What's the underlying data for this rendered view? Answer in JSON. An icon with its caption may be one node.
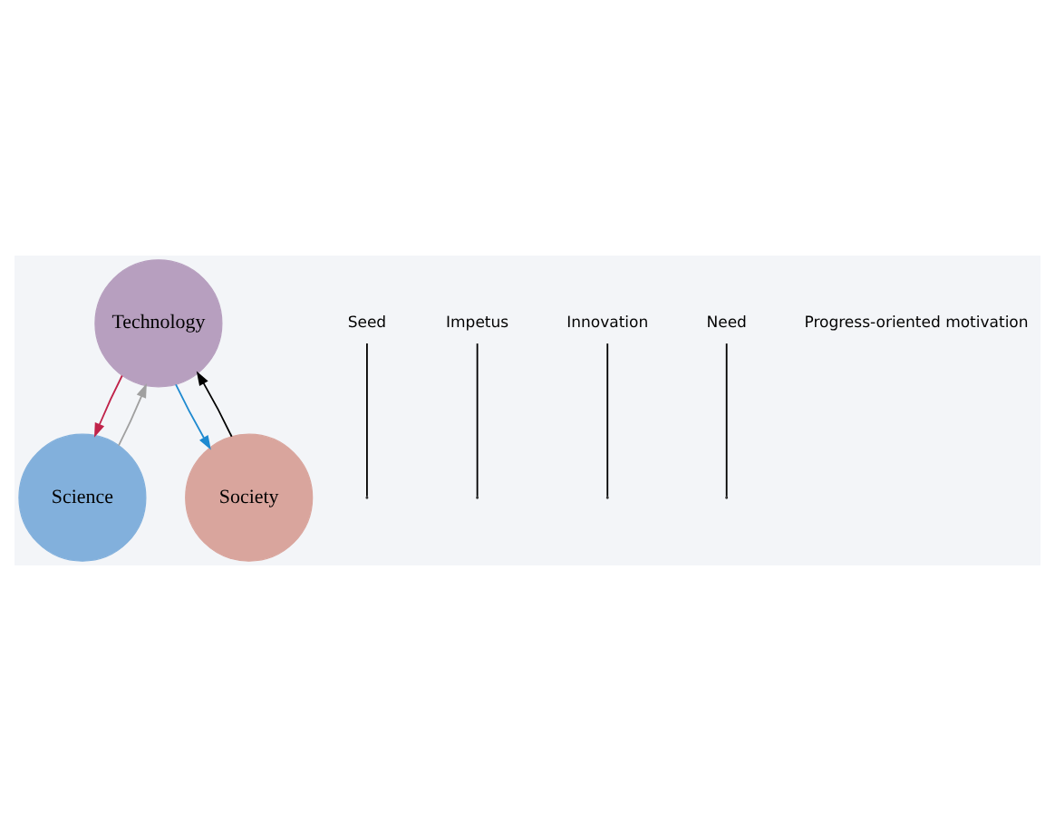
{
  "diagram": {
    "nodes": [
      {
        "text": [
          "Technology"
        ]
      },
      {
        "text": [
          "Science"
        ]
      },
      {
        "text": [
          "Society"
        ]
      },
      {
        "text": [
          "Seed"
        ]
      },
      {
        "text": [
          "Impetus"
        ]
      },
      {
        "text": [
          "Innovation"
        ]
      },
      {
        "text": [
          "Need"
        ]
      }
    ],
    "edges": [
      {
        "from": 1,
        "to": 0,
        "arrow": "to",
        "color": "#a0a0a0"
      },
      {
        "from": 0,
        "to": 1,
        "arrow": "to",
        "color": "#c0234a"
      },
      {
        "from": 0,
        "to": 2,
        "arrow": "to",
        "color": "#1f8ad0"
      },
      {
        "from": 2,
        "to": 0,
        "arrow": "to"
      },
      {
        "from": 3,
        "to": null,
        "arrow": "none"
      },
      {
        "from": 4,
        "to": null,
        "arrow": "none"
      },
      {
        "from": 5,
        "to": null,
        "arrow": "none"
      },
      {
        "from": 6,
        "to": null,
        "arrow": "none"
      }
    ],
    "labels": [
      "Progress-oriented motivation"
    ]
  }
}
